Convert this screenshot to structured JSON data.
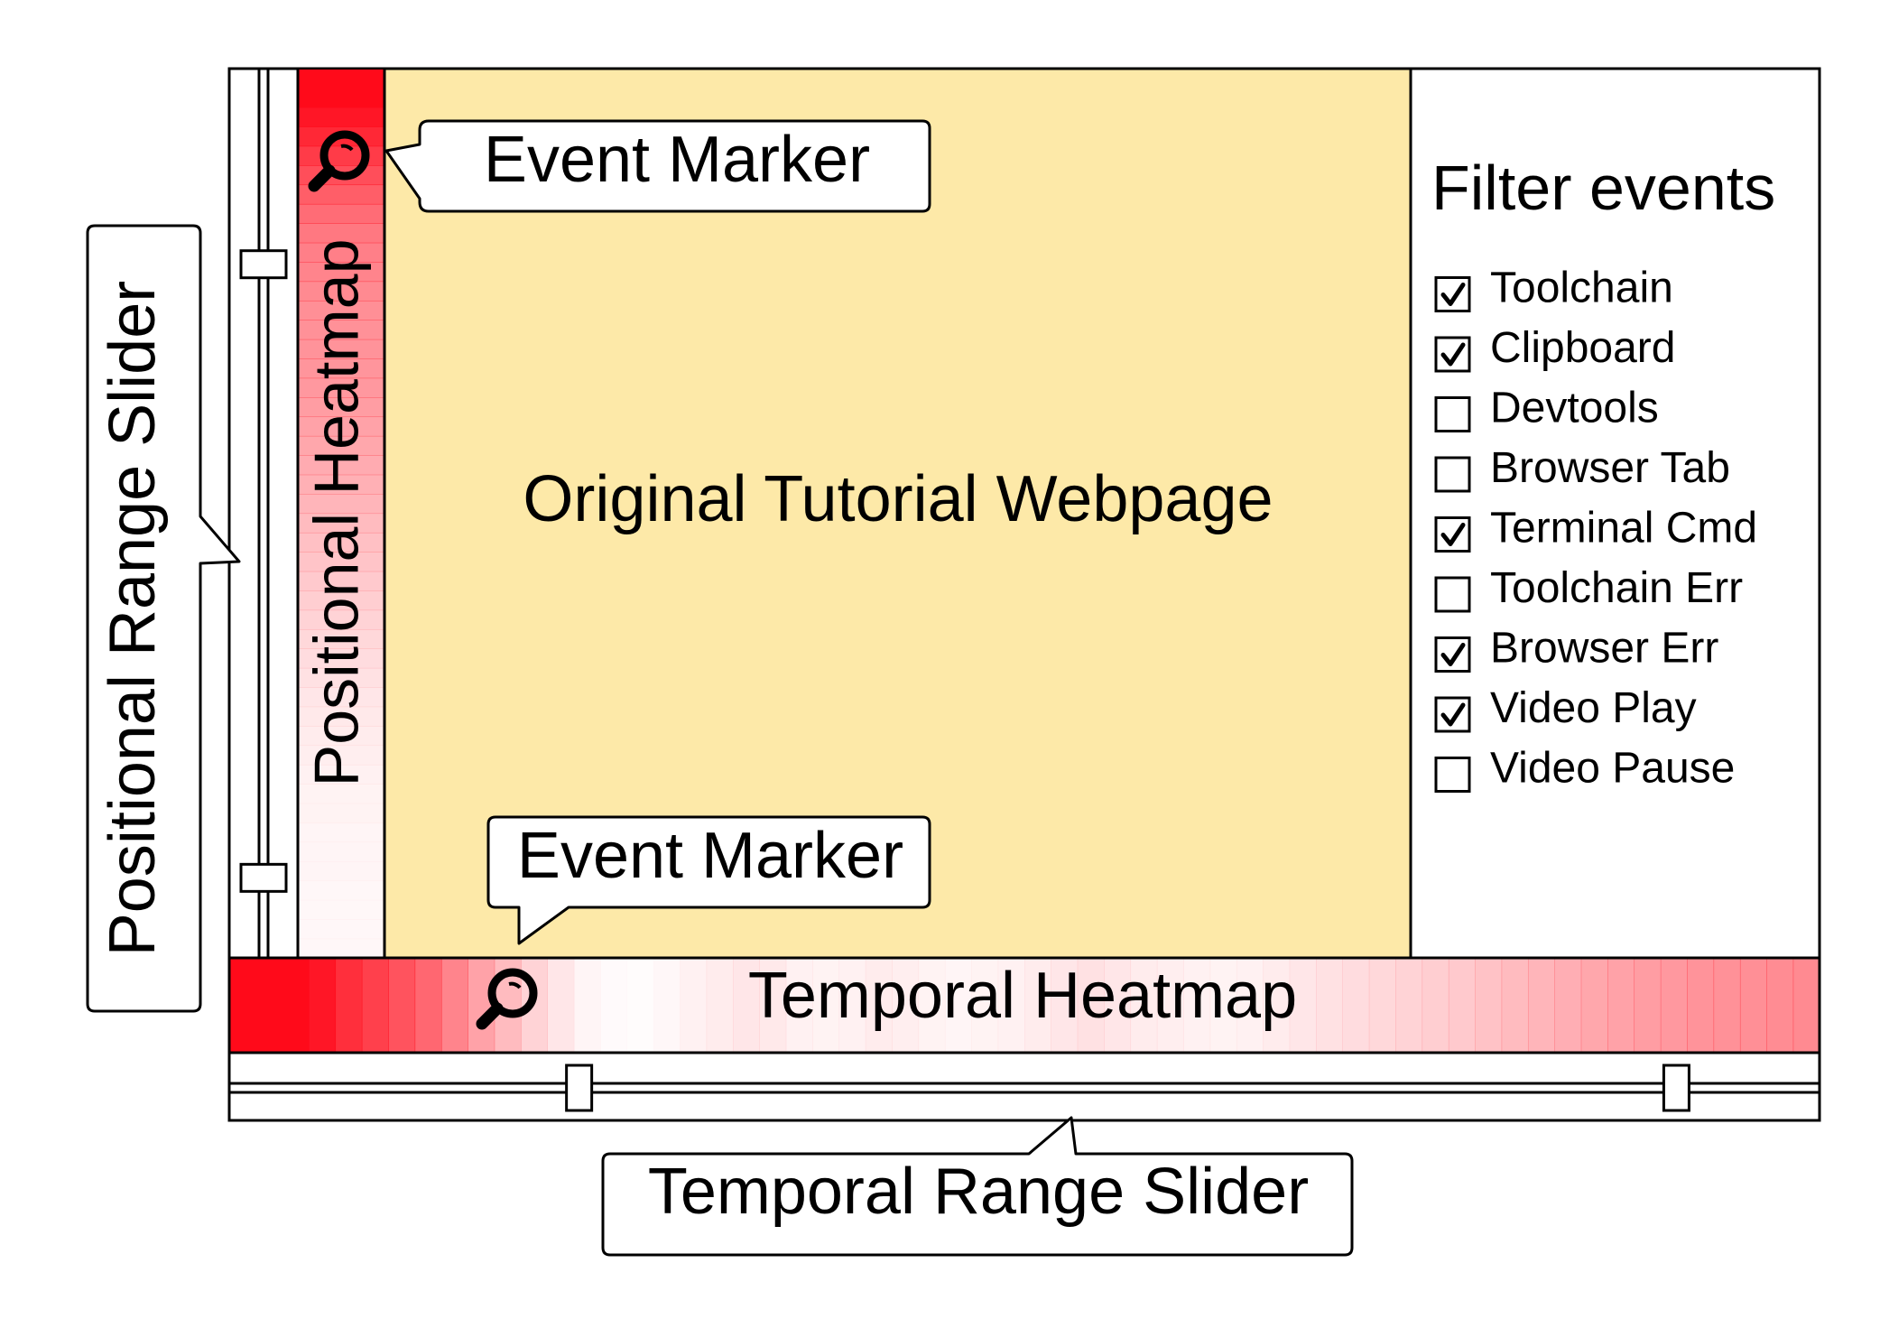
{
  "labels": {
    "webpage": "Original Tutorial Webpage",
    "positional_heatmap": "Positional Heatmap",
    "temporal_heatmap": "Temporal Heatmap",
    "positional_range_slider": "Positional Range Slider",
    "temporal_range_slider": "Temporal Range Slider",
    "event_marker_top": "Event Marker",
    "event_marker_bottom": "Event Marker"
  },
  "filter": {
    "title": "Filter events",
    "items": [
      {
        "label": "Toolchain",
        "checked": true
      },
      {
        "label": "Clipboard",
        "checked": true
      },
      {
        "label": "Devtools",
        "checked": false
      },
      {
        "label": "Browser Tab",
        "checked": false
      },
      {
        "label": "Terminal Cmd",
        "checked": true
      },
      {
        "label": "Toolchain Err",
        "checked": false
      },
      {
        "label": "Browser Err",
        "checked": true
      },
      {
        "label": "Video Play",
        "checked": true
      },
      {
        "label": "Video Pause",
        "checked": false
      }
    ]
  },
  "positional_heatmap_intensity": [
    1.0,
    1.0,
    0.95,
    0.88,
    0.8,
    0.72,
    0.66,
    0.6,
    0.55,
    0.52,
    0.5,
    0.48,
    0.46,
    0.45,
    0.44,
    0.43,
    0.42,
    0.4,
    0.38,
    0.36,
    0.34,
    0.32,
    0.3,
    0.28,
    0.26,
    0.24,
    0.22,
    0.2,
    0.18,
    0.16,
    0.14,
    0.12,
    0.1,
    0.09,
    0.08,
    0.07,
    0.06,
    0.05,
    0.05,
    0.04,
    0.04,
    0.04,
    0.03,
    0.03,
    0.03,
    0.03
  ],
  "temporal_heatmap_intensity": [
    1.0,
    1.0,
    1.0,
    0.95,
    0.85,
    0.78,
    0.7,
    0.62,
    0.5,
    0.38,
    0.28,
    0.18,
    0.1,
    0.04,
    0.02,
    0.01,
    0.03,
    0.06,
    0.08,
    0.1,
    0.09,
    0.06,
    0.05,
    0.06,
    0.08,
    0.07,
    0.05,
    0.04,
    0.05,
    0.06,
    0.08,
    0.1,
    0.12,
    0.1,
    0.08,
    0.07,
    0.06,
    0.05,
    0.06,
    0.08,
    0.1,
    0.12,
    0.14,
    0.16,
    0.18,
    0.2,
    0.22,
    0.25,
    0.28,
    0.3,
    0.33,
    0.36,
    0.38,
    0.4,
    0.42,
    0.44,
    0.45,
    0.46,
    0.47,
    0.48
  ],
  "slider_positions": {
    "positional": {
      "start": 0.22,
      "end": 0.91
    },
    "temporal": {
      "start": 0.22,
      "end": 0.91
    }
  },
  "colors": {
    "heatmap": "#ff0a1a",
    "webpage_bg": "#fde9a8",
    "stroke": "#000000",
    "panel_bg": "#ffffff"
  }
}
